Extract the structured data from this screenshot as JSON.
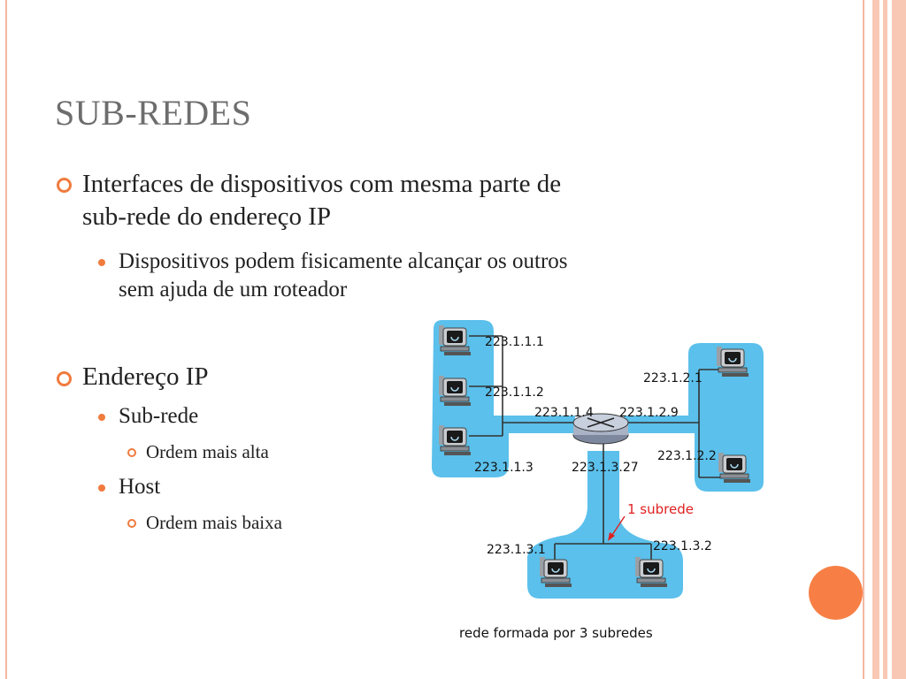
{
  "slide": {
    "title": "SUB-REDES",
    "bullets": [
      {
        "text_line1": "Interfaces de dispositivos com mesma parte de",
        "text_line2": "sub-rede do endereço IP"
      },
      {
        "text_line1": "Dispositivos podem fisicamente alcançar os outros",
        "text_line2": "sem ajuda de um roteador"
      },
      {
        "text": "Endereço IP"
      },
      {
        "text": "Sub-rede"
      },
      {
        "text": "Ordem mais alta"
      },
      {
        "text": "Host"
      },
      {
        "text": "Ordem mais baixa"
      }
    ]
  },
  "diagram": {
    "labels": {
      "h111": "223.1.1.1",
      "h112": "223.1.1.2",
      "h113": "223.1.1.3",
      "r114": "223.1.1.4",
      "r129": "223.1.2.9",
      "h121": "223.1.2.1",
      "h122": "223.1.2.2",
      "r1327": "223.1.3.27",
      "h131": "223.1.3.1",
      "h132": "223.1.3.2",
      "subnet_note": "1 subrede",
      "caption": "rede formada por 3 subredes"
    },
    "colors": {
      "subnet_fill": "#5bc0eb",
      "annotation": "#e02020",
      "accent": "#f07b3e"
    }
  }
}
